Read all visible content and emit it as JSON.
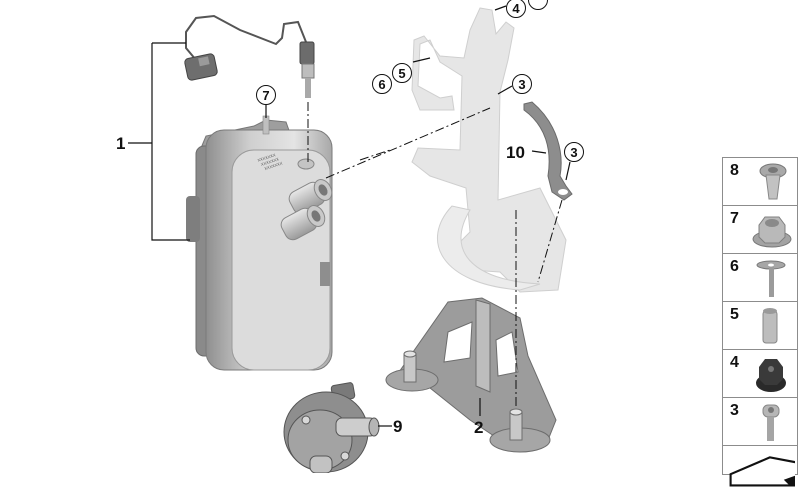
{
  "diagram": {
    "type": "exploded-parts-diagram",
    "callouts": [
      {
        "id": "1",
        "label": "1",
        "style": "plain"
      },
      {
        "id": "2",
        "label": "2",
        "style": "plain"
      },
      {
        "id": "9",
        "label": "9",
        "style": "plain"
      },
      {
        "id": "10",
        "label": "10",
        "style": "plain"
      },
      {
        "id": "7",
        "label": "7",
        "style": "circled"
      },
      {
        "id": "6",
        "label": "6",
        "style": "circled"
      },
      {
        "id": "5",
        "label": "5",
        "style": "circled"
      },
      {
        "id": "4",
        "label": "4",
        "style": "circled"
      },
      {
        "id": "3a",
        "label": "3",
        "style": "circled"
      },
      {
        "id": "3b",
        "label": "3",
        "style": "circled"
      }
    ],
    "parts": {
      "heater_unit": "electric heater unit with coolant pipes and sensor cable",
      "bracket_upper": "upper mounting bracket",
      "bracket_lower": "lower mounting bracket",
      "strap": "metal strap",
      "pump": "auxiliary water pump"
    }
  },
  "legend_panel": {
    "items": [
      {
        "number": "8",
        "part": "plastic expanding rivet"
      },
      {
        "number": "7",
        "part": "hex collar nut"
      },
      {
        "number": "6",
        "part": "screw with washer"
      },
      {
        "number": "5",
        "part": "spacer sleeve"
      },
      {
        "number": "4",
        "part": "rubber grommet nut"
      },
      {
        "number": "3",
        "part": "torx bolt"
      },
      {
        "number": "",
        "part": "partial box / bracket (cut off)"
      }
    ]
  },
  "colors": {
    "line": "#111111",
    "part_dark": "#8a8a8a",
    "part_mid": "#b5b5b5",
    "part_light": "#d9d9d9",
    "panel_border": "#8c8c8c"
  }
}
